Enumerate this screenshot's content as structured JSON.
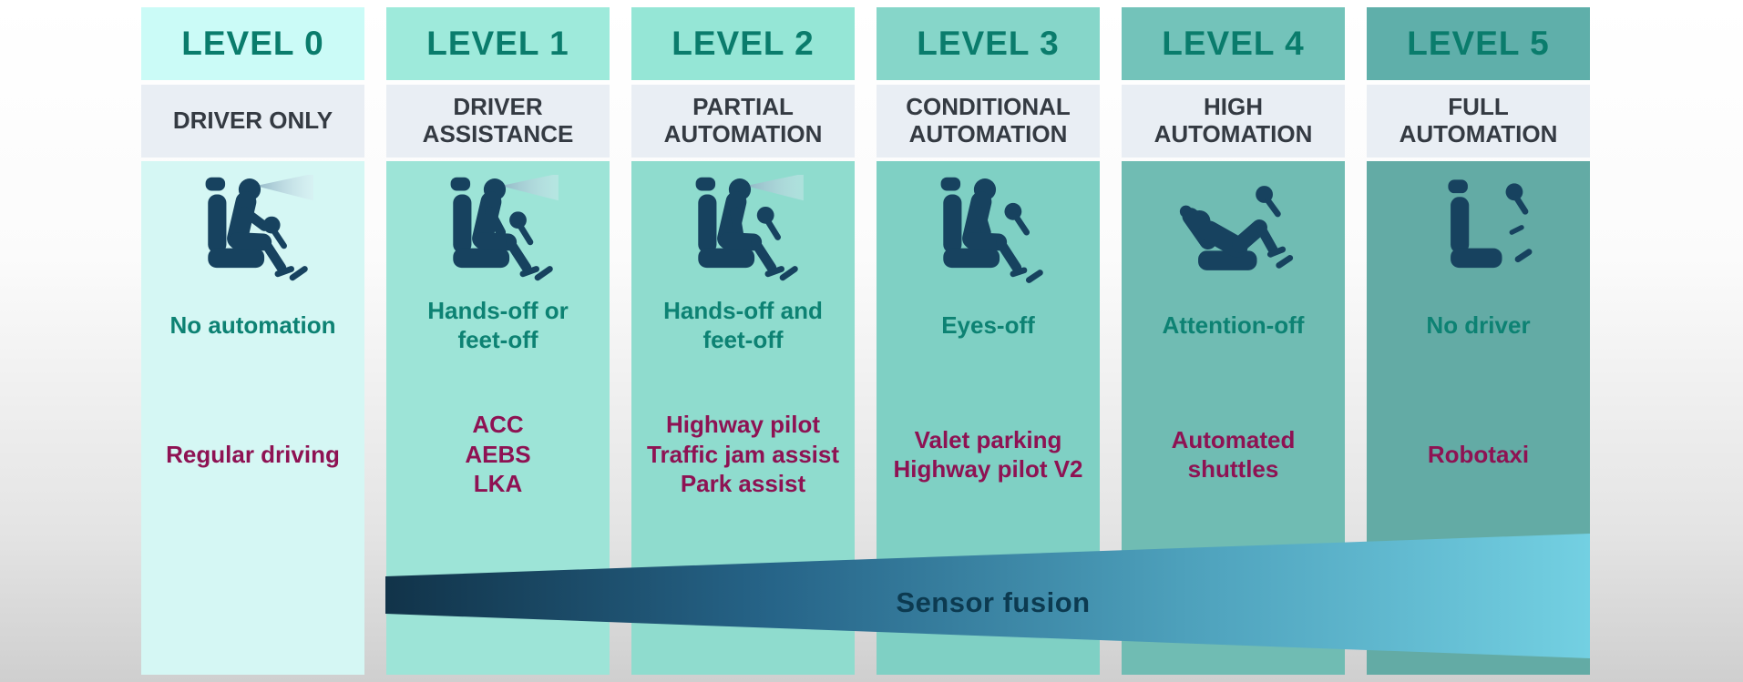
{
  "banner": {
    "label": "Sensor fusion",
    "gradient_start": "#113349",
    "gradient_mid1": "#266488",
    "gradient_mid2": "#4da0bb",
    "gradient_end": "#73d0e2",
    "text_color": "#0c3a50"
  },
  "colors": {
    "level_text": "#0a7c6c",
    "category_bg": "#e9eef4",
    "category_text": "#343a42",
    "capability_text": "#0d8273",
    "examples_text": "#8e1253",
    "icon": "#17425f",
    "cone_start": "#8fb4c4",
    "cone_end": "#d9eaf1"
  },
  "columns": [
    {
      "level": "LEVEL 0",
      "category": "DRIVER ONLY",
      "capability": "No automation",
      "examples": "Regular driving",
      "icon": "attentive-driver-icon",
      "header_bg": "#cbfbf7",
      "body_bg": "#d5f7f4"
    },
    {
      "level": "LEVEL 1",
      "category": "DRIVER\nASSISTANCE",
      "capability": "Hands-off or\nfeet-off",
      "examples": "ACC\nAEBS\nLKA",
      "icon": "driver-hands-off-icon",
      "header_bg": "#9eeadb",
      "body_bg": "#9de4d7"
    },
    {
      "level": "LEVEL 2",
      "category": "PARTIAL\nAUTOMATION",
      "capability": "Hands-off and\nfeet-off",
      "examples": "Highway pilot\nTraffic jam assist\nPark assist",
      "icon": "driver-hands-and-feet-off-icon",
      "header_bg": "#95e6d6",
      "body_bg": "#8fdcce"
    },
    {
      "level": "LEVEL 3",
      "category": "CONDITIONAL\nAUTOMATION",
      "capability": "Eyes-off",
      "examples": "Valet parking\nHighway pilot V2",
      "icon": "driver-eyes-off-icon",
      "header_bg": "#86d6c9",
      "body_bg": "#7fd0c4"
    },
    {
      "level": "LEVEL 4",
      "category": "HIGH\nAUTOMATION",
      "capability": "Attention-off",
      "examples": "Automated\nshuttles",
      "icon": "driver-reclined-icon",
      "header_bg": "#73c3ba",
      "body_bg": "#70bcb3"
    },
    {
      "level": "LEVEL 5",
      "category": "FULL\nAUTOMATION",
      "capability": "No driver",
      "examples": "Robotaxi",
      "icon": "empty-seat-icon",
      "header_bg": "#5fafaa",
      "body_bg": "#63aba5"
    }
  ]
}
